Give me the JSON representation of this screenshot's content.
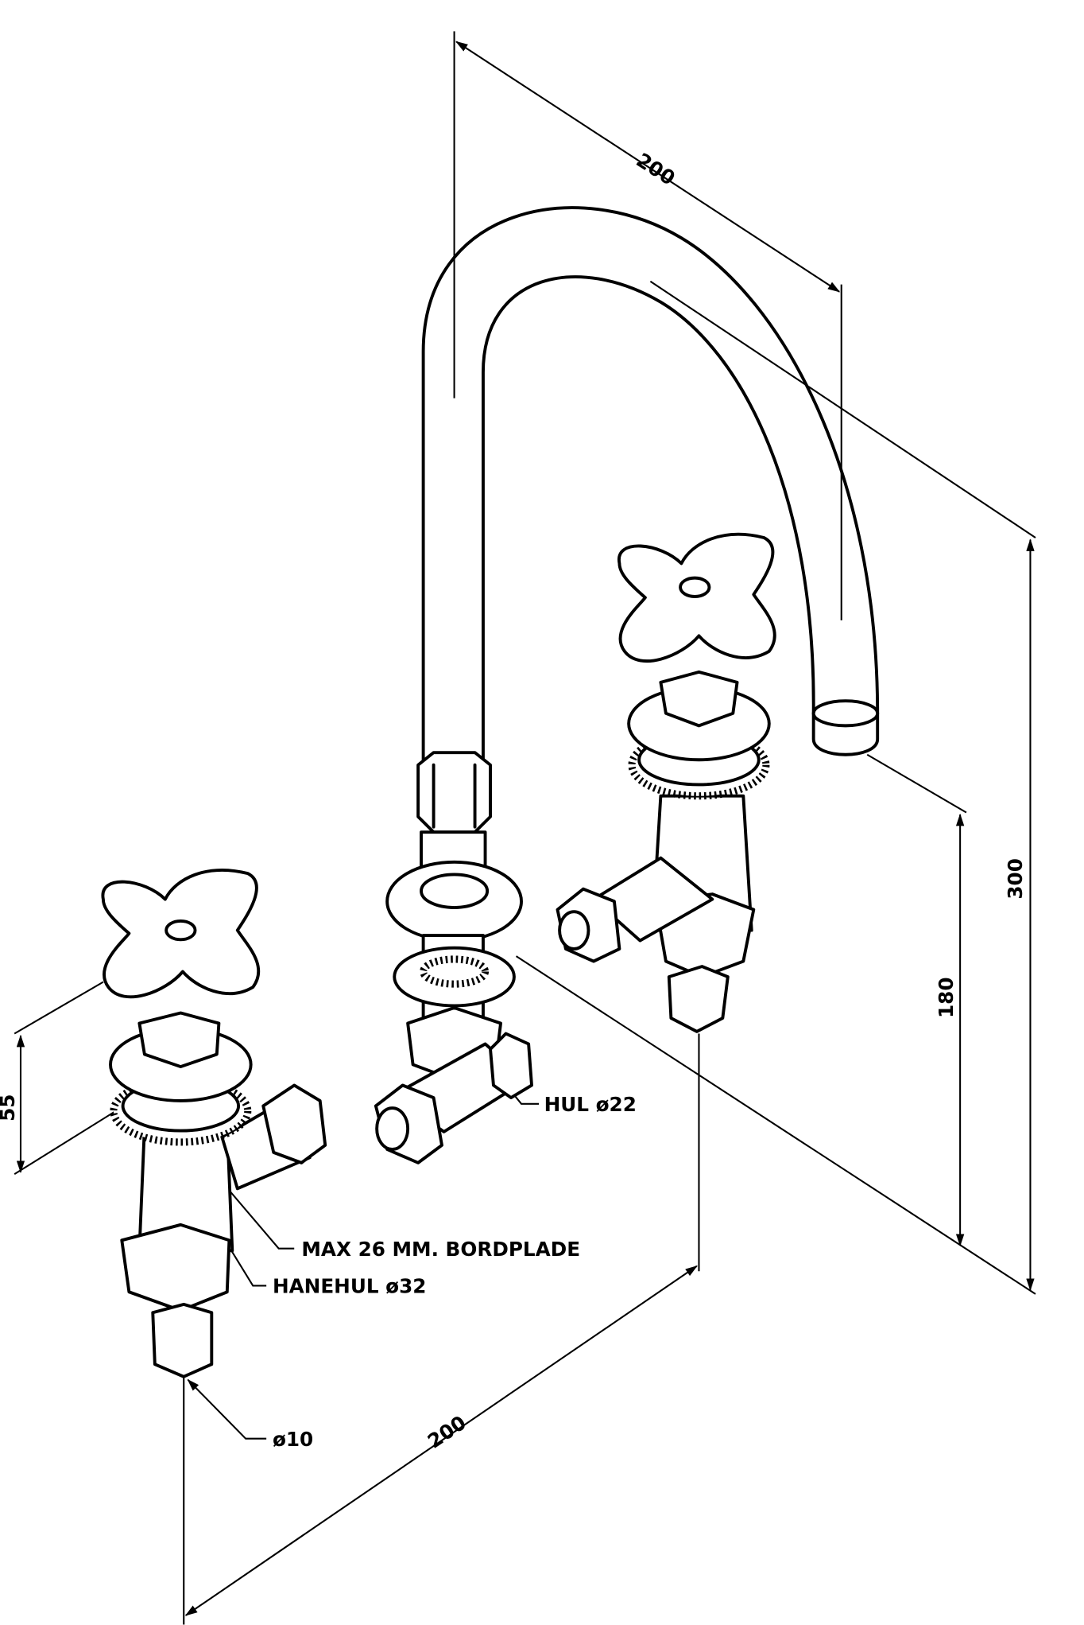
{
  "drawing": {
    "dimensions": {
      "spout_reach": "200",
      "total_height": "300",
      "spout_height": "180",
      "handle_height": "55",
      "valve_spacing": "200"
    },
    "callouts": {
      "hole_spout": "HUL ø22",
      "max_counter": "MAX 26 MM. BORDPLADE",
      "hole_valve": "HANEHUL ø32",
      "pipe": "ø10"
    }
  }
}
